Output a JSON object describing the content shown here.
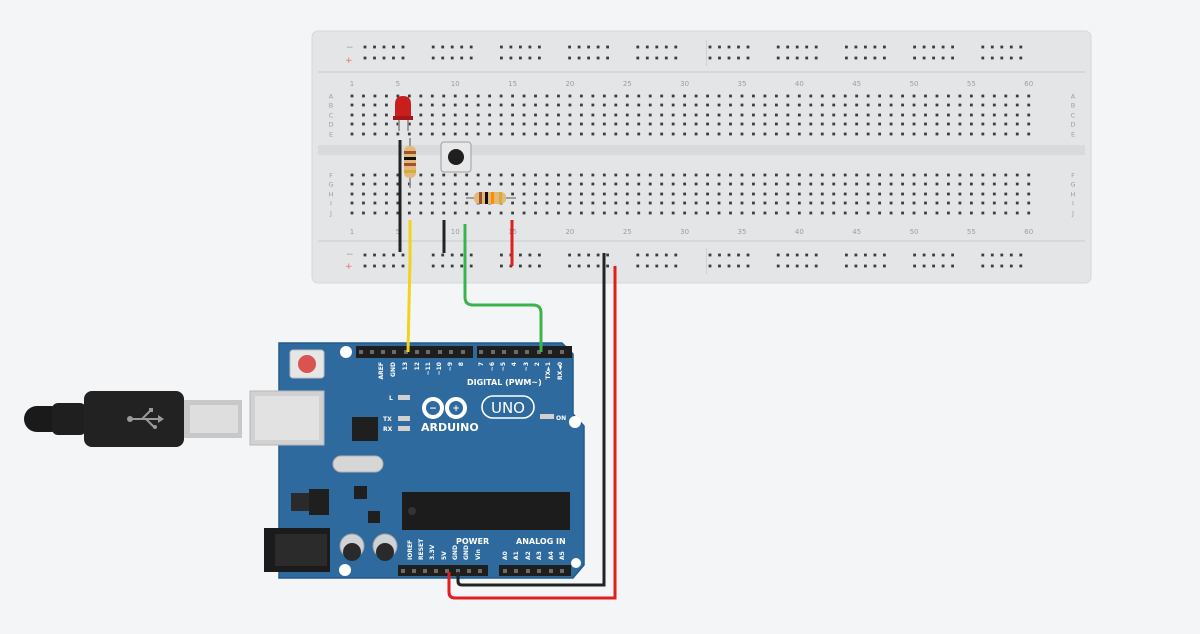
{
  "breadboard": {
    "column_labels": [
      "1",
      "5",
      "10",
      "15",
      "20",
      "25",
      "30",
      "35",
      "40",
      "45",
      "50",
      "55",
      "60"
    ],
    "row_labels_top": [
      "A",
      "B",
      "C",
      "D",
      "E"
    ],
    "row_labels_bottom": [
      "F",
      "G",
      "H",
      "I",
      "J"
    ],
    "rail_minus": "−",
    "rail_plus": "+"
  },
  "arduino": {
    "logo_text": "ARDUINO",
    "model": "UNO",
    "digital_label": "DIGITAL (PWM~)",
    "power_label": "POWER",
    "analog_label": "ANALOG IN",
    "on_label": "ON",
    "l_label": "L",
    "tx_label": "TX",
    "rx_label": "RX",
    "digital_pins": [
      "AREF",
      "GND",
      "13",
      "12",
      "~11",
      "~10",
      "~9",
      "8",
      "7",
      "~6",
      "~5",
      "4",
      "~3",
      "2",
      "TX►1",
      "RX◄0"
    ],
    "power_pins": [
      "IOREF",
      "RESET",
      "3.3V",
      "5V",
      "GND",
      "GND",
      "Vin"
    ],
    "analog_pins": [
      "A0",
      "A1",
      "A2",
      "A3",
      "A4",
      "A5"
    ]
  },
  "colors": {
    "breadboard": "#e4e5e6",
    "board": "#2f6a9e",
    "wire_yellow": "#f2d21b",
    "wire_green": "#3bb54a",
    "wire_red": "#e11d1d",
    "wire_black": "#222222",
    "led": "#c81e1e"
  }
}
